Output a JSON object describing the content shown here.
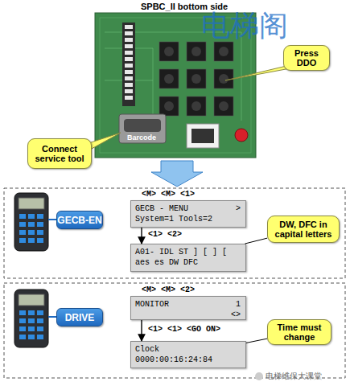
{
  "diagram": {
    "title": "SPBC_II bottom side",
    "nodes": [
      {
        "text": [
          "Press DDO"
        ]
      },
      {
        "text": [
          "Connect service tool"
        ]
      },
      {
        "text": [
          "GECB-EN"
        ]
      },
      {
        "text": [
          "GECB - MENU",
          ">",
          "System=1 Tools=2"
        ]
      },
      {
        "text": [
          "A01- IDL ST ] [ ] [",
          "aes es DW DFC"
        ]
      },
      {
        "text": [
          "DW, DFC in capital letters"
        ]
      },
      {
        "text": [
          "DRIVE"
        ]
      },
      {
        "text": [
          "MONITOR",
          "1",
          "<>"
        ]
      },
      {
        "text": [
          "Clock",
          "0000:00:16:24:84"
        ]
      },
      {
        "text": [
          "Time must change"
        ]
      }
    ],
    "edges": [
      {
        "from": 3,
        "to": 4,
        "arrow": "to",
        "label": "<1> <2>"
      },
      {
        "from": 7,
        "to": 8,
        "arrow": "to",
        "label": "<1> <1> <GO ON>"
      },
      {
        "from": 5,
        "to": 4,
        "arrow": "none"
      },
      {
        "from": 9,
        "to": 8,
        "arrow": "none"
      }
    ],
    "labels": [
      "<M> <M> <1>",
      "<M> <M> <2>",
      "Barcode",
      "电梯阁",
      "电梯维保大课堂"
    ]
  }
}
